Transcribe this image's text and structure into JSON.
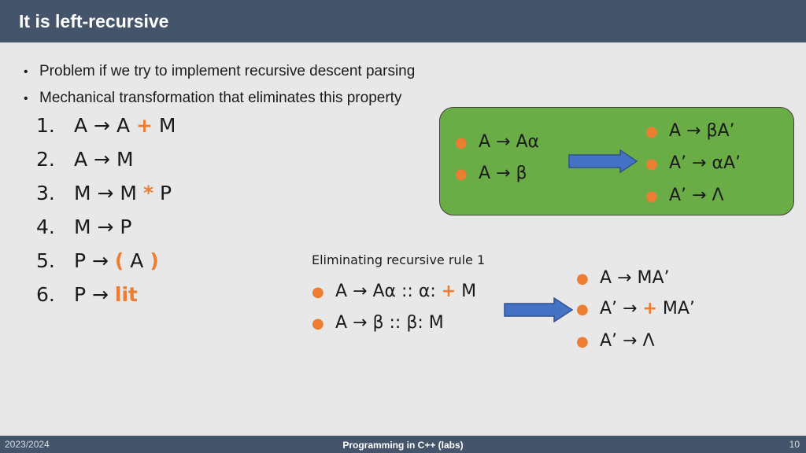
{
  "slide": {
    "title": "It is left-recursive",
    "bullets": [
      "Problem if we try to implement recursive descent parsing",
      "Mechanical transformation that eliminates this property"
    ]
  },
  "grammar_rules": [
    {
      "num": "1.",
      "pre": "A → A ",
      "op": "+",
      "post": " M"
    },
    {
      "num": "2.",
      "pre": "A → M",
      "op": "",
      "post": ""
    },
    {
      "num": "3.",
      "pre": "M → M ",
      "op": "*",
      "post": " P"
    },
    {
      "num": "4.",
      "pre": "M → P",
      "op": "",
      "post": ""
    },
    {
      "num": "5.",
      "pre": "P → ",
      "op": "(",
      "mid": " A ",
      "op2": ")"
    },
    {
      "num": "6.",
      "pre": "P → ",
      "op": "lit",
      "post": ""
    }
  ],
  "green_box": {
    "left": [
      "A → Aα",
      "A → β"
    ],
    "right": [
      "A → βA’",
      "A’ → αA’",
      "A’ → Λ"
    ]
  },
  "example": {
    "caption": "Eliminating recursive rule 1",
    "left_1_pre": "A → Aα :: α: ",
    "left_1_op": "+",
    "left_1_post": " M",
    "left_2": "A → β  ::   β: M",
    "right_1": "A → MA’",
    "right_2_pre": "A’ → ",
    "right_2_op": "+",
    "right_2_post": " MA’",
    "right_3": "A’ → Λ"
  },
  "footer": {
    "year": "2023/2024",
    "center": "Programming in C++ (labs)",
    "page": "10"
  },
  "colors": {
    "header": "#44546a",
    "accent": "#ed7d31",
    "green_box": "#6aad46",
    "arrow": "#4472c4"
  }
}
